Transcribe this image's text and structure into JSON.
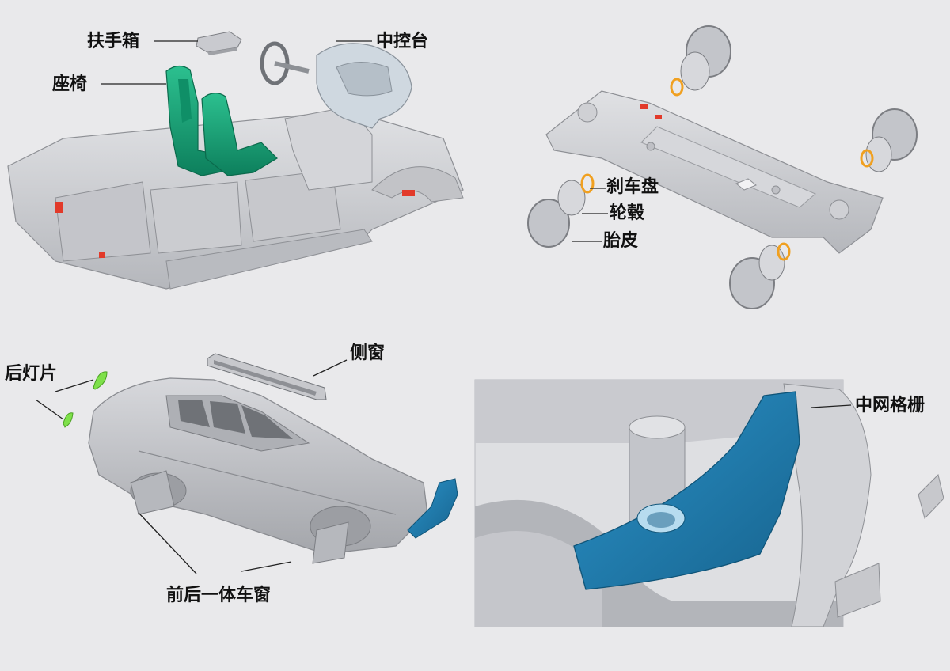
{
  "labels": {
    "armrest_box": "扶手箱",
    "center_console": "中控台",
    "seat": "座椅",
    "brake_disc": "刹车盘",
    "wheel_hub": "轮毂",
    "tire": "胎皮",
    "side_window": "侧窗",
    "tail_light": "后灯片",
    "front_rear_window": "前后一体车窗",
    "center_grille": "中网格栅"
  },
  "colors": {
    "background": "#e9e9eb",
    "model_gray": "#cfd0d4",
    "model_shadow": "#a9abb0",
    "seat_green": "#16a57a",
    "grille_blue": "#1f7fb3",
    "light_green": "#7ee04a",
    "brake_orange": "#f0a020",
    "accent_red": "#e23a2a"
  }
}
